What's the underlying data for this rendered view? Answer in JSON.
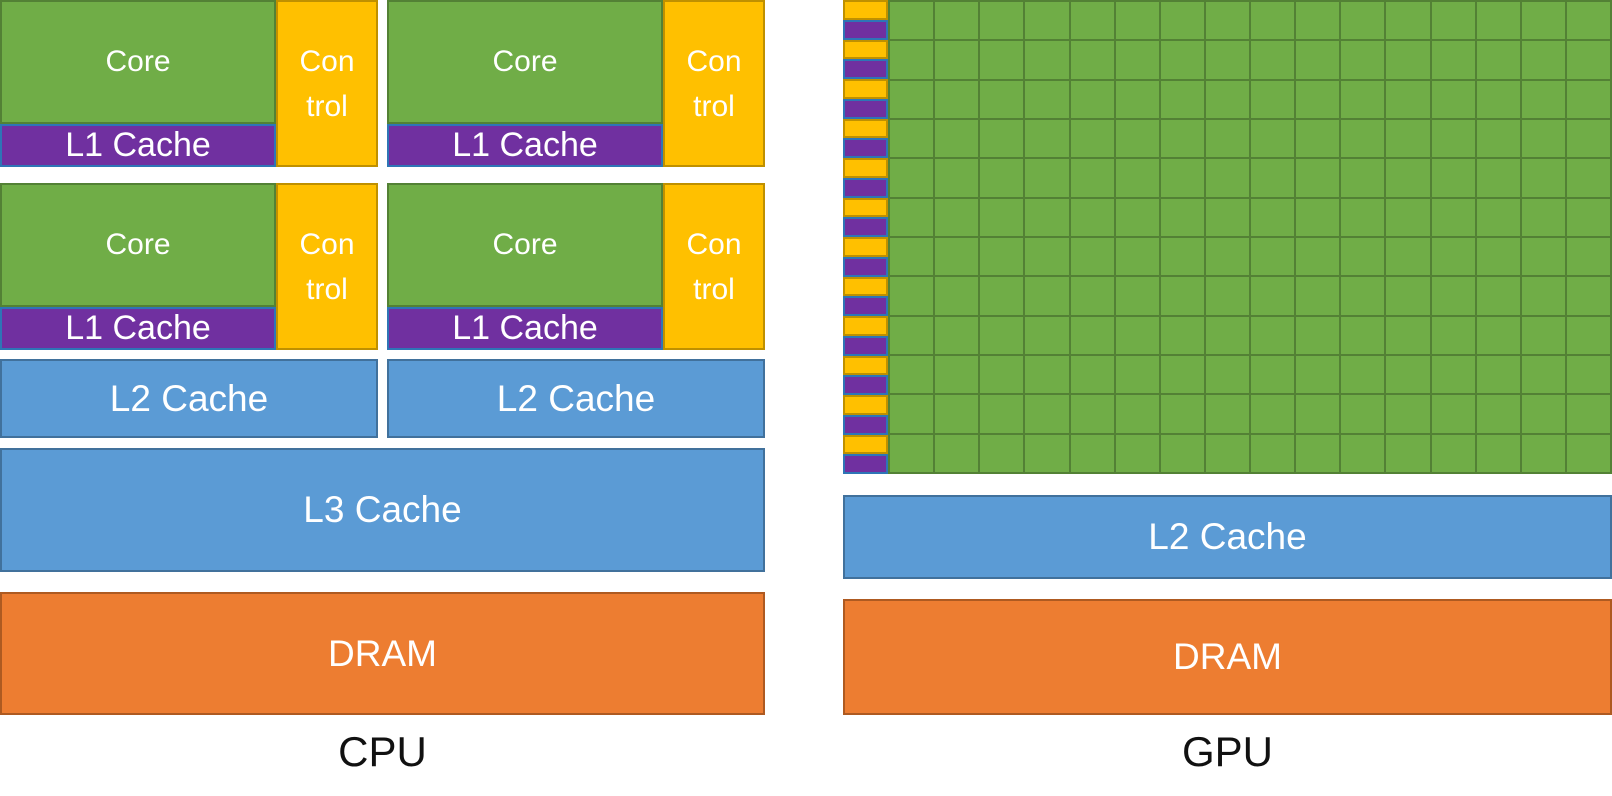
{
  "colors": {
    "green": "#70AD47",
    "green-border": "#538135",
    "gold": "#FFC000",
    "gold-border": "#BF9000",
    "purple": "#7030A0",
    "purple-border": "#2E75B6",
    "blue": "#5B9BD5",
    "blue-border": "#41719C",
    "orange": "#ED7D31",
    "orange-border": "#AE5A21",
    "text": "#FFFFFF",
    "caption": "#111111",
    "bg": "#FFFFFF"
  },
  "cpu": {
    "caption": "CPU",
    "core_count": 4,
    "core_label": "Core",
    "control_lines": [
      "Con",
      "trol"
    ],
    "l1_label": "L1 Cache",
    "l2_label": "L2 Cache",
    "l3_label": "L3 Cache",
    "dram_label": "DRAM"
  },
  "gpu": {
    "caption": "GPU",
    "grid_rows": 12,
    "grid_cols": 16,
    "strip_pairs": 12,
    "l2_label": "L2 Cache",
    "dram_label": "DRAM"
  }
}
